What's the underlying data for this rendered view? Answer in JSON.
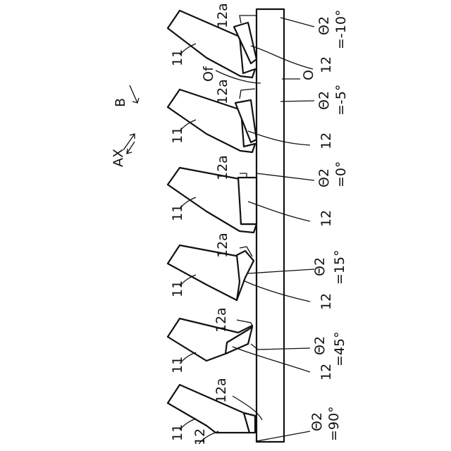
{
  "labels": {
    "ax": "AX",
    "b": "B",
    "of": "Of",
    "o": "O",
    "blade": "11",
    "tab": "12",
    "tab_edge": "12a",
    "theta": "Θ2"
  },
  "angles": [
    "=-10°",
    "=-5°",
    "=0°",
    "=15°",
    "=45°",
    "=90°"
  ]
}
